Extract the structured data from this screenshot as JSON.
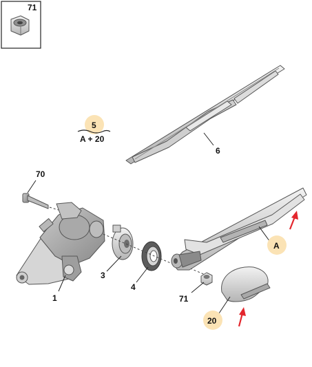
{
  "callouts": {
    "inset_ref": "71",
    "ref_1": "1",
    "ref_3": "3",
    "ref_4": "4",
    "ref_6": "6",
    "ref_70": "70",
    "ref_71": "71",
    "badge_5": "5",
    "badge_5_formula": "A + 20",
    "badge_a": "A",
    "badge_20": "20"
  },
  "colors": {
    "badge_fill": "#fbe3b5",
    "arrow": "#e3262d",
    "part_fill": "#d9d9d9",
    "part_dark": "#9a9a9a"
  }
}
